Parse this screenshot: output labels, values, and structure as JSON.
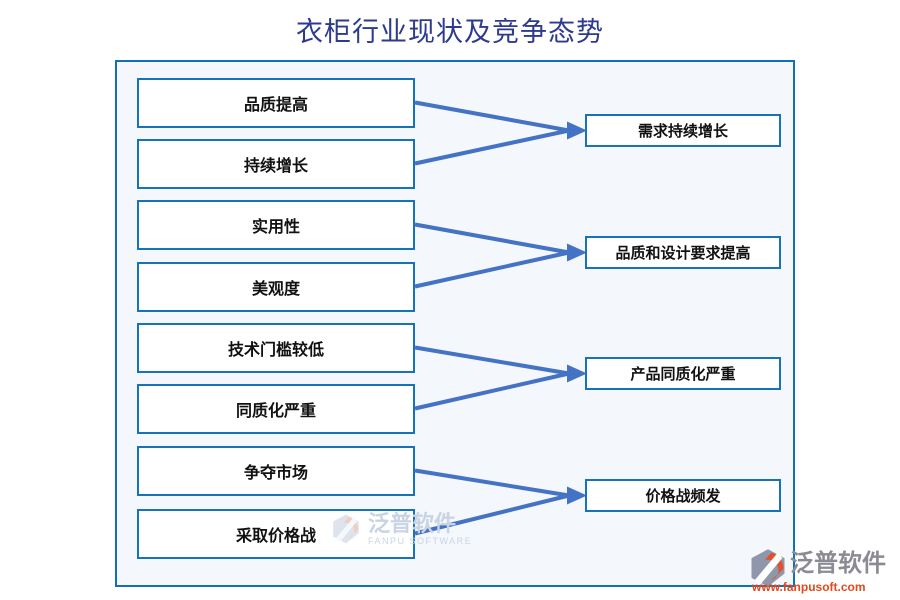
{
  "title": "衣柜行业现状及竞争态势",
  "diagram": {
    "groups": [
      {
        "sources": [
          "品质提高",
          "持续增长"
        ],
        "target": "需求持续增长"
      },
      {
        "sources": [
          "实用性",
          "美观度"
        ],
        "target": "品质和设计要求提高"
      },
      {
        "sources": [
          "技术门槛较低",
          "同质化严重"
        ],
        "target": "产品同质化严重"
      },
      {
        "sources": [
          "争夺市场",
          "采取价格战"
        ],
        "target": "价格战频发"
      }
    ]
  },
  "watermark": {
    "icon": "fanpu-emblem-icon",
    "name": "泛普软件",
    "subtitle": "FANPU SOFTWARE"
  },
  "footer_logo": {
    "icon": "fanpu-emblem-icon",
    "name": "泛普软件",
    "url": "www.fanpusoft.com"
  },
  "colors": {
    "box_border": "#1673b9",
    "canvas_border": "#1270b8",
    "canvas_background": "#f4f7fb",
    "arrow": "#4472c4",
    "title_text": "#2e3a8e",
    "footer_url": "#e2491c"
  }
}
